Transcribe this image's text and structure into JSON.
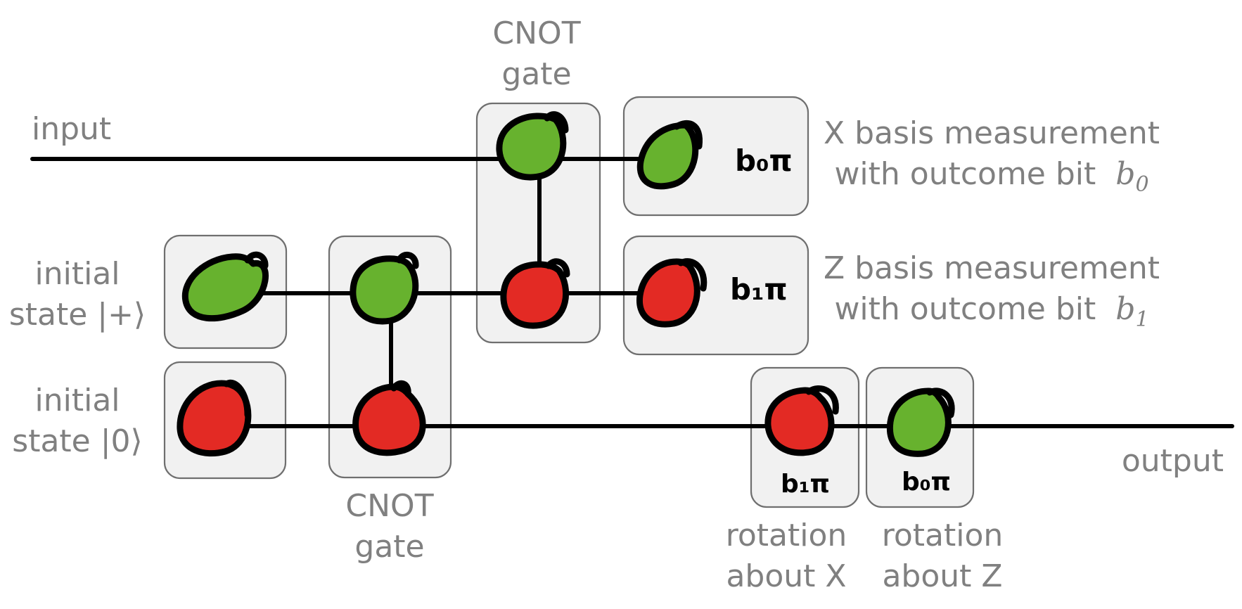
{
  "labels": {
    "input": "input",
    "output": "output",
    "initial_plus_line1": "initial",
    "initial_plus_line2": "state |+⟩",
    "initial_zero_line1": "initial",
    "initial_zero_line2": "state |0⟩",
    "cnot_top_line1": "CNOT",
    "cnot_top_line2": "gate",
    "cnot_bottom_line1": "CNOT",
    "cnot_bottom_line2": "gate",
    "x_measure_line1": "X basis measurement",
    "x_measure_line2": "with outcome bit",
    "x_measure_var": "b",
    "x_measure_sub": "0",
    "z_measure_line1": "Z basis measurement",
    "z_measure_line2": "with outcome bit",
    "z_measure_var": "b",
    "z_measure_sub": "1",
    "rot_x_line1": "rotation",
    "rot_x_line2": "about X",
    "rot_z_line1": "rotation",
    "rot_z_line2": "about Z"
  },
  "phases": {
    "x_measure": "b₀π",
    "z_measure": "b₁π",
    "rot_x": "b₁π",
    "rot_z": "b₀π"
  },
  "colors": {
    "green_spider": "#67b22e",
    "red_spider": "#e32a24",
    "wire": "#000000",
    "box_fill": "#f1f1f1",
    "box_stroke": "#6f6f6f",
    "label_text": "#808080"
  }
}
